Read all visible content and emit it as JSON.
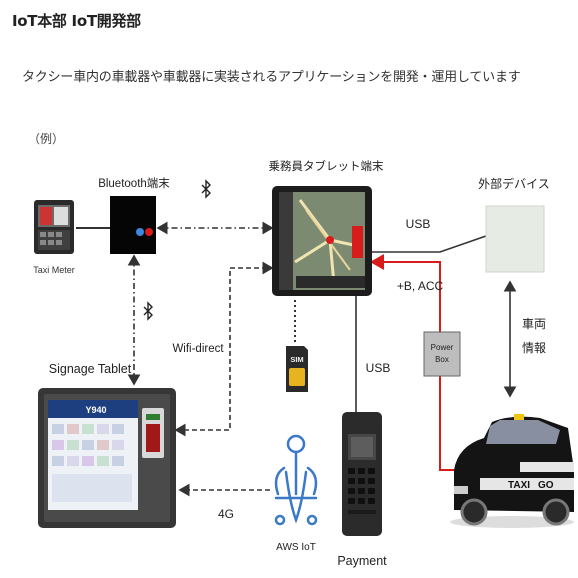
{
  "header": {
    "title": "IoT本部 IoT開発部",
    "subtitle": "タクシー車内の車載器や車載器に実装されるアプリケーションを開発・運用しています",
    "example_label": "（例）"
  },
  "diagram": {
    "nodes": {
      "taxi_meter": "Taxi Meter",
      "bluetooth_device": "Bluetooth端末",
      "crew_tablet": "乗務員タブレット端末",
      "external_device": "外部デバイス",
      "signage_tablet": "Signage Tablet",
      "aws_iot": "AWS IoT",
      "payment": "Payment",
      "power_box": "Power Box",
      "sim_card": "SIM"
    },
    "connections": {
      "usb_external": "USB",
      "power_acc": "+B, ACC",
      "vehicle_info": "車両情報",
      "wifi_direct": "Wifi-direct",
      "usb_payment": "USB",
      "four_g": "4G"
    },
    "signage_screen": {
      "header_text": "Y940"
    },
    "taxi_livery": {
      "taxi_text": "TAXI",
      "go_text": "GO"
    },
    "colors": {
      "accent_red": "#d81b1b",
      "aws_blue": "#3a78c9",
      "line_dark": "#333333"
    }
  }
}
